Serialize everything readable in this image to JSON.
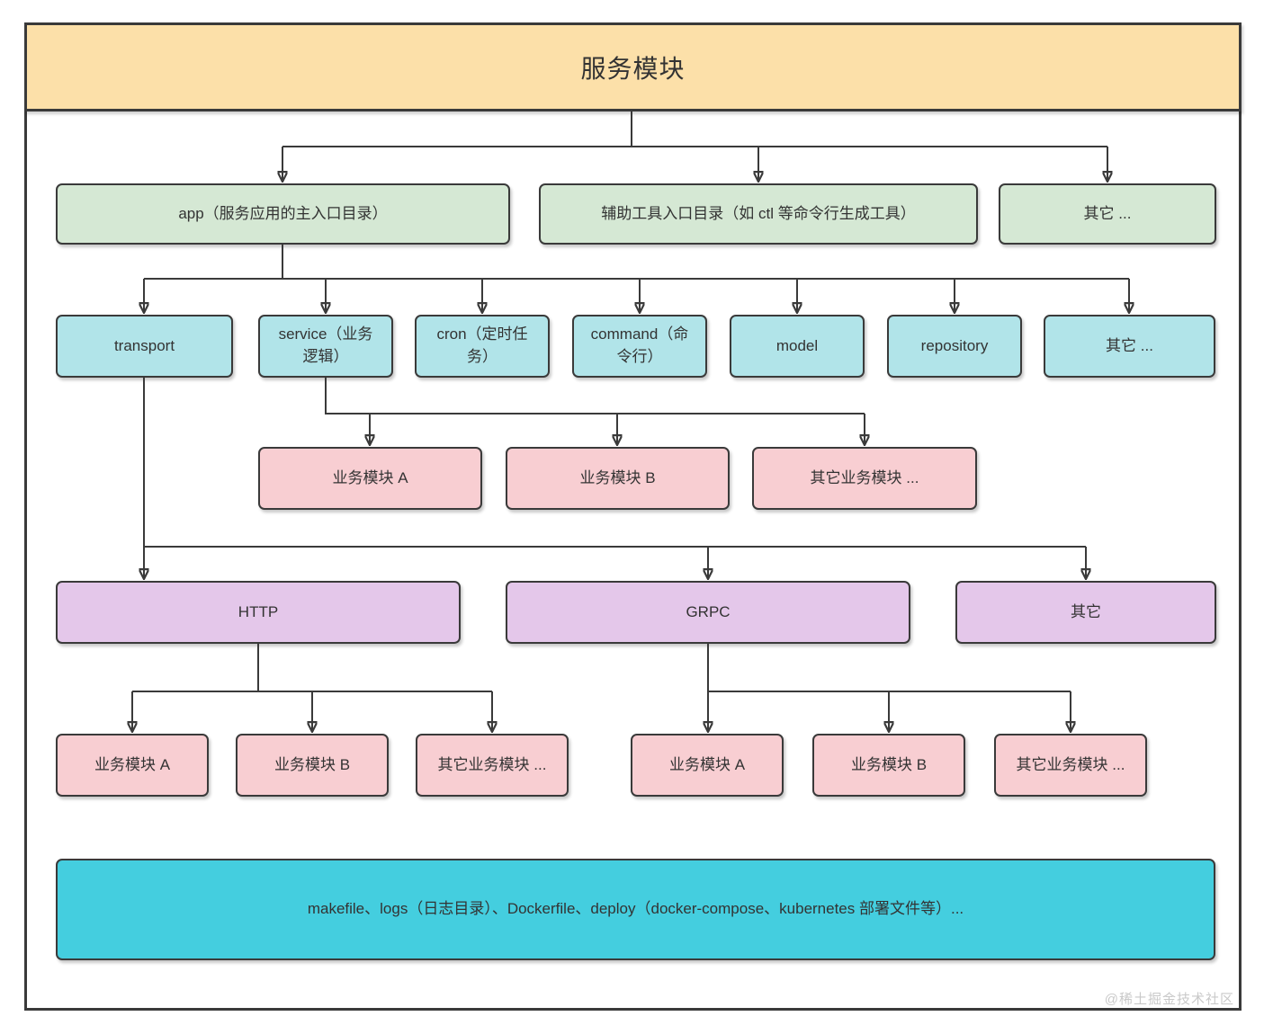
{
  "title": "服务模块",
  "watermark": "@稀土掘金技术社区",
  "colors": {
    "banner": "#fce0a9",
    "level2": "#d5e8d4",
    "level3": "#b1e4e9",
    "module": "#f8ced2",
    "protocol": "#e4c7ea",
    "infra": "#44cedf",
    "border": "#3a3a3a",
    "text": "#333333",
    "watermark": "#c9c9c9"
  },
  "nodes": {
    "app": "app（服务应用的主入口目录）",
    "tools": "辅助工具入口目录（如 ctl 等命令行生成工具）",
    "l2_other": "其它 ...",
    "transport": "transport",
    "service": "service（业务\n逻辑）",
    "cron": "cron（定时任\n务）",
    "command": "command（命\n令行）",
    "model": "model",
    "repository": "repository",
    "l3_other": "其它 ...",
    "svc_mod_a": "业务模块 A",
    "svc_mod_b": "业务模块 B",
    "svc_mod_other": "其它业务模块 ...",
    "http": "HTTP",
    "grpc": "GRPC",
    "l5_other": "其它",
    "http_mod_a": "业务模块 A",
    "http_mod_b": "业务模块 B",
    "http_mod_other": "其它业务模块 ...",
    "grpc_mod_a": "业务模块 A",
    "grpc_mod_b": "业务模块 B",
    "grpc_mod_other": "其它业务模块 ...",
    "infra": "makefile、logs（日志目录）、Dockerfile、deploy（docker-compose、kubernetes 部署文件等）..."
  }
}
